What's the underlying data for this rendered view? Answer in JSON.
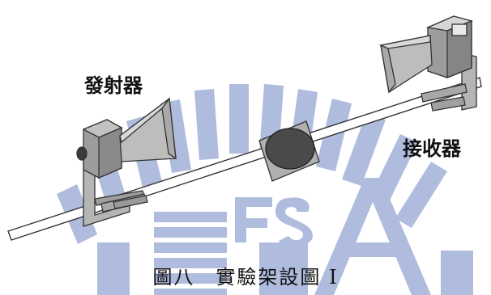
{
  "labels": {
    "transmitter": "發射器",
    "receiver": "接收器"
  },
  "caption": "圖八　實驗架設圖 I",
  "colors": {
    "watermark": "#6f86c4",
    "frame_stroke": "#333333",
    "device_face": "#9c9c9c",
    "horn_face": "#bdbdbd",
    "sample": "#4a4a4a"
  }
}
